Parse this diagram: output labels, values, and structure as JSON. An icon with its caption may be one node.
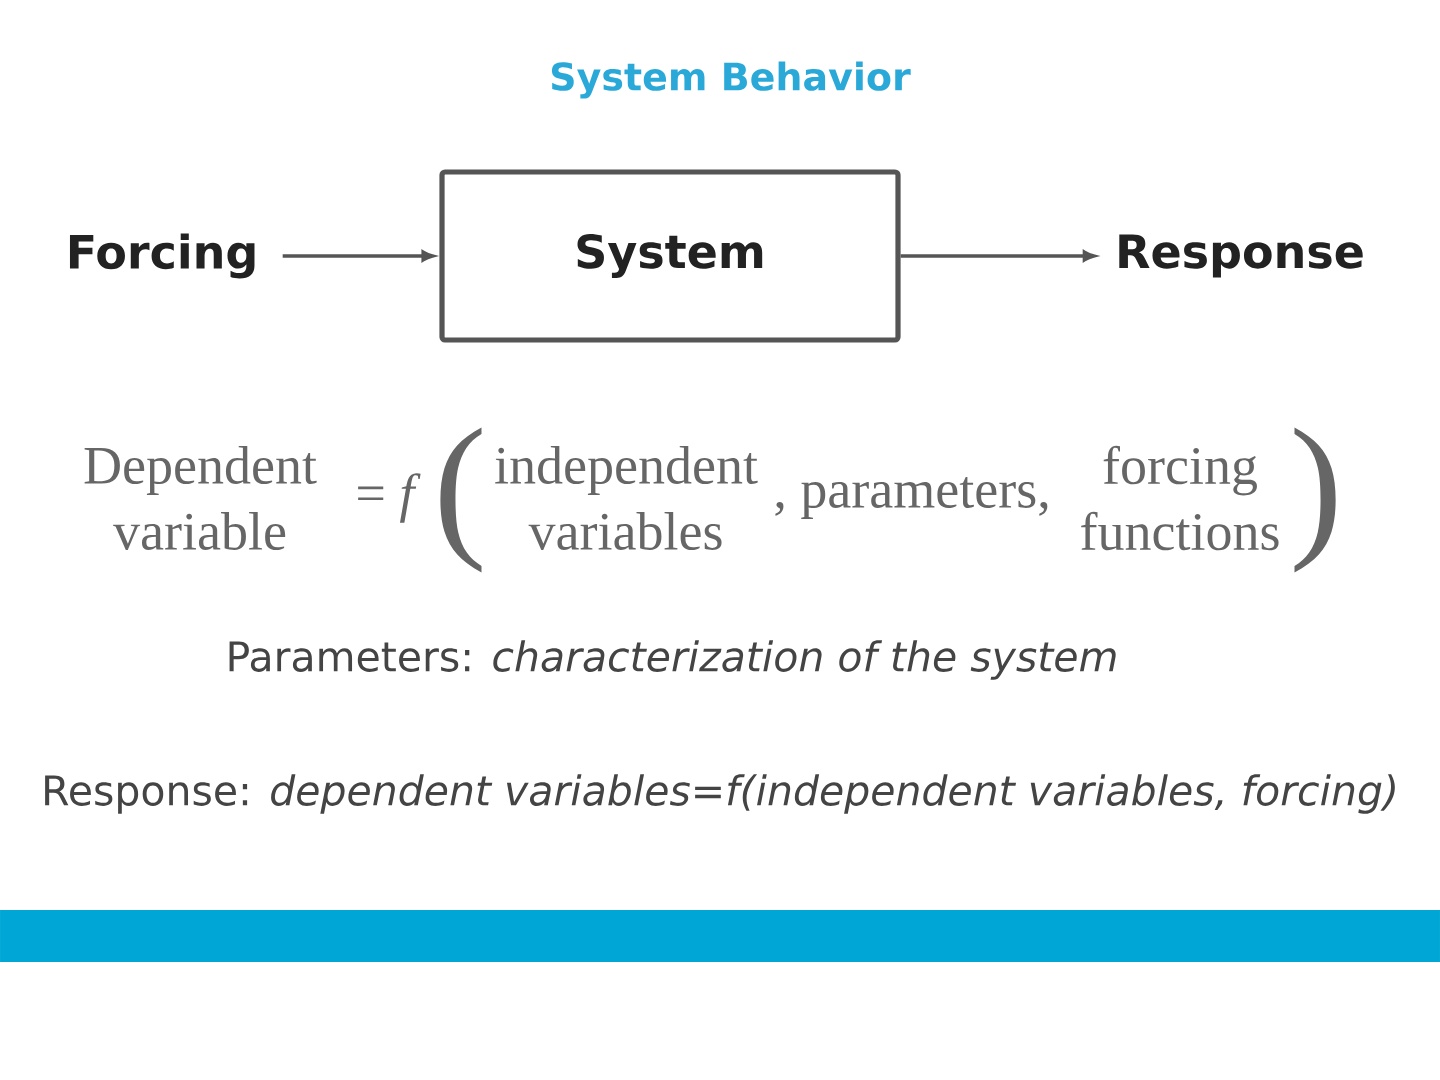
{
  "diagram": {
    "title": "System Behavior",
    "nodes": [
      {
        "text": [
          "Forcing"
        ]
      },
      {
        "text": [
          "System"
        ]
      },
      {
        "text": [
          "Response"
        ]
      }
    ],
    "edges": [
      {
        "from": 0,
        "to": 1,
        "arrow": "to"
      },
      {
        "from": 1,
        "to": 2,
        "arrow": "to"
      }
    ],
    "labels": [
      "Dependent variable",
      "= *f*",
      "(",
      "independent variables",
      ", parameters,",
      "forcing functions",
      ")",
      "Parameters: *characterization of the system*",
      "Response: *dependent variables=f(independent variables, forcing)*"
    ]
  }
}
